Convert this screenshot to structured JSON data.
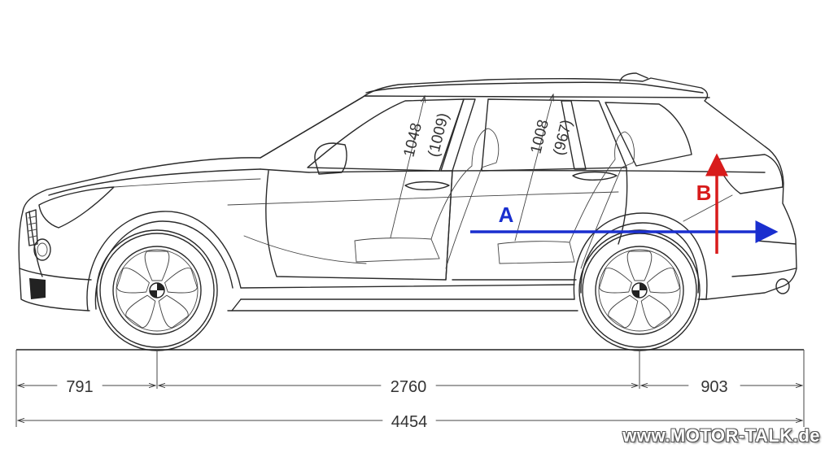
{
  "diagram": {
    "measures": {
      "front_overhang": "791",
      "wheelbase": "2760",
      "rear_overhang": "903",
      "overall_length": "4454"
    },
    "headroom_front": {
      "value": "1048",
      "alt": "(1009)"
    },
    "headroom_rear": {
      "value": "1008",
      "alt": "(967)"
    },
    "arrow_a": {
      "label": "A",
      "color": "#1a2fcf"
    },
    "arrow_b": {
      "label": "B",
      "color": "#d81b1b"
    }
  },
  "watermark": "www.MOTOR-TALK.de"
}
